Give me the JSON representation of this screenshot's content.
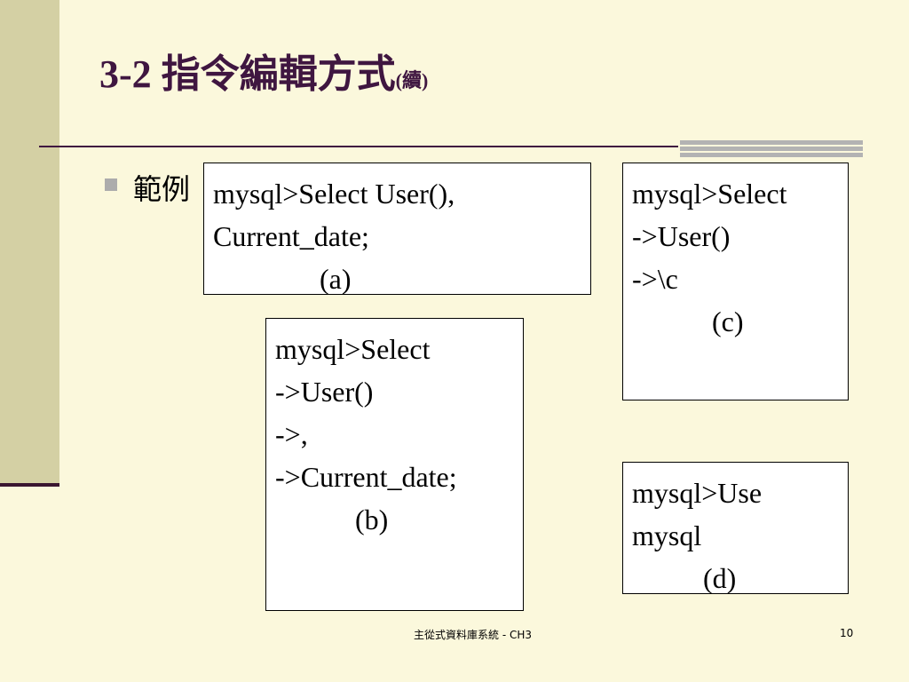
{
  "slide": {
    "title": "3-2 指令編輯方式",
    "title_suffix": "(續)",
    "bullet": "範例",
    "footer": "主從式資料庫系統 - CH3",
    "page_number": "10"
  },
  "boxes": {
    "a": {
      "line1": "mysql>Select User(),",
      "line2": "Current_date;",
      "caption": "(a)"
    },
    "b": {
      "line1": "mysql>Select",
      "line2": "->User()",
      "line3": "->,",
      "line4": "->Current_date;",
      "caption": "(b)"
    },
    "c": {
      "line1": "mysql>Select",
      "line2": "->User()",
      "line3": "->\\c",
      "caption": "(c)"
    },
    "d": {
      "line1": "mysql>Use",
      "line2": "mysql",
      "caption": "(d)"
    }
  },
  "colors": {
    "background": "#FBF8DC",
    "left_band": "#D4D0A4",
    "title": "#3F1640",
    "bullet_marker": "#ACACAC"
  }
}
